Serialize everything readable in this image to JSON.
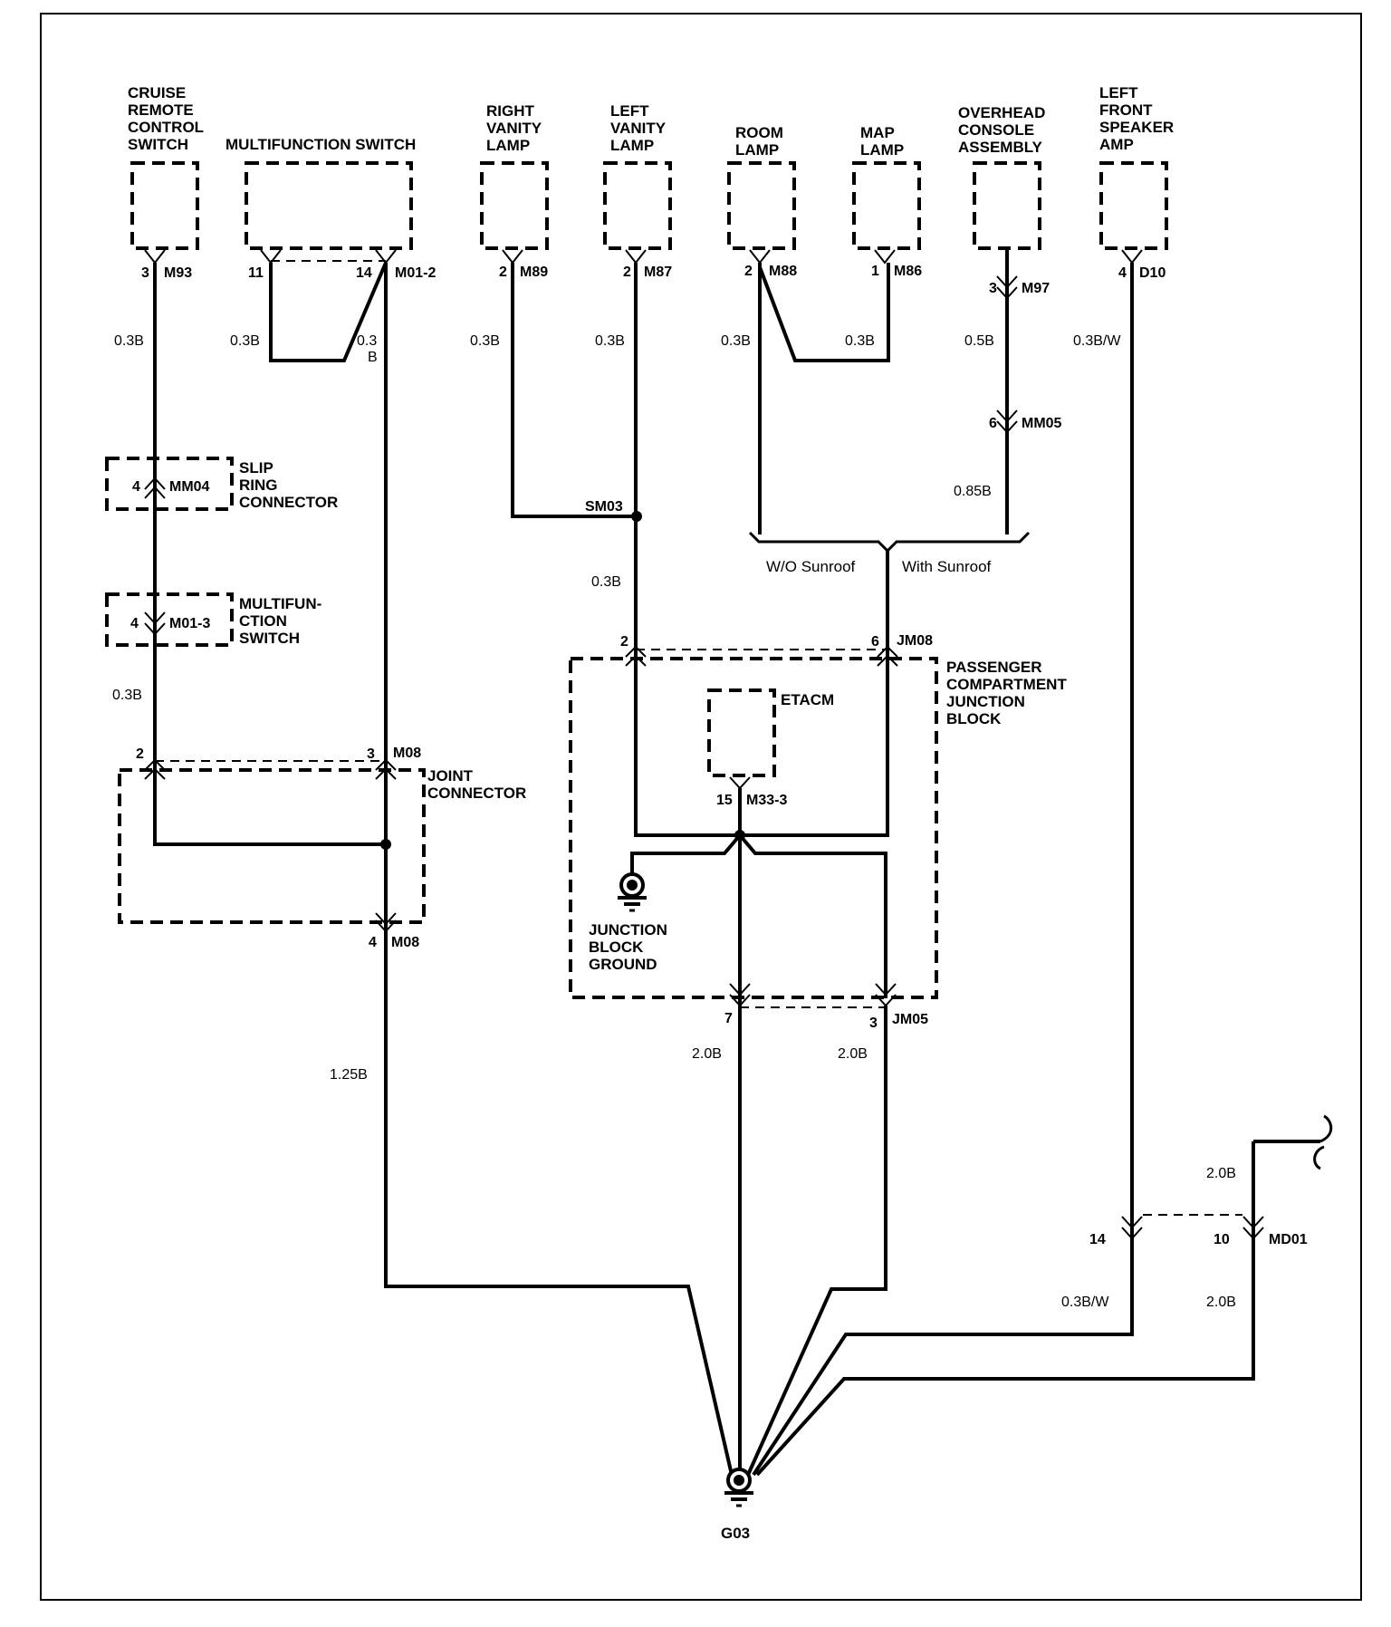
{
  "diagram": {
    "components": {
      "cruise": [
        "CRUISE",
        "REMOTE",
        "CONTROL",
        "SWITCH"
      ],
      "multifunction": "MULTIFUNCTION SWITCH",
      "right_vanity": [
        "RIGHT",
        "VANITY",
        "LAMP"
      ],
      "left_vanity": [
        "LEFT",
        "VANITY",
        "LAMP"
      ],
      "room": [
        "ROOM",
        "LAMP"
      ],
      "map": [
        "MAP",
        "LAMP"
      ],
      "overhead": [
        "OVERHEAD",
        "CONSOLE",
        "ASSEMBLY"
      ],
      "speaker": [
        "LEFT",
        "FRONT",
        "SPEAKER",
        "AMP"
      ],
      "slip_ring": [
        "SLIP",
        "RING",
        "CONNECTOR"
      ],
      "mf_switch2": [
        "MULTIFUN-",
        "CTION",
        "SWITCH"
      ],
      "joint": [
        "JOINT",
        "CONNECTOR"
      ],
      "pcjb": [
        "PASSENGER",
        "COMPARTMENT",
        "JUNCTION",
        "BLOCK"
      ],
      "etacm": "ETACM",
      "jb_ground": [
        "JUNCTION",
        "BLOCK",
        "GROUND"
      ],
      "g03": "G03"
    },
    "connectors": {
      "m93": {
        "pin": "3",
        "id": "M93"
      },
      "m01_2_a": {
        "pin": "11"
      },
      "m01_2_b": {
        "pin": "14",
        "id": "M01-2"
      },
      "m89": {
        "pin": "2",
        "id": "M89"
      },
      "m87": {
        "pin": "2",
        "id": "M87"
      },
      "m88": {
        "pin": "2",
        "id": "M88"
      },
      "m86": {
        "pin": "1",
        "id": "M86"
      },
      "m97": {
        "pin": "3",
        "id": "M97"
      },
      "d10": {
        "pin": "4",
        "id": "D10"
      },
      "mm05": {
        "pin": "6",
        "id": "MM05"
      },
      "mm04": {
        "pin": "4",
        "id": "MM04"
      },
      "m01_3": {
        "pin": "4",
        "id": "M01-3"
      },
      "m08_a": {
        "pin": "2"
      },
      "m08_b": {
        "pin": "3",
        "id": "M08"
      },
      "m08_c": {
        "pin": "4",
        "id": "M08"
      },
      "sm03": {
        "id": "SM03"
      },
      "jm08_a": {
        "pin": "2"
      },
      "jm08_b": {
        "pin": "6",
        "id": "JM08"
      },
      "m33_3": {
        "pin": "15",
        "id": "M33-3"
      },
      "jm05_a": {
        "pin": "7"
      },
      "jm05_b": {
        "pin": "3",
        "id": "JM05"
      },
      "md01_a": {
        "pin": "14"
      },
      "md01_b": {
        "pin": "10",
        "id": "MD01"
      }
    },
    "wires": {
      "cruise_top": "0.3B",
      "mf_left": "0.3B",
      "mf_right_1": "0.3",
      "mf_right_2": "B",
      "rvanity": "0.3B",
      "lvanity": "0.3B",
      "room": "0.3B",
      "map": "0.3B",
      "overhead_1": "0.5B",
      "overhead_2": "0.85B",
      "speaker_top": "0.3B/W",
      "sm03_down": "0.3B",
      "cruise_mid": "0.3B",
      "m08_down": "1.25B",
      "jm05_left": "2.0B",
      "jm05_right": "2.0B",
      "md01_top": "2.0B",
      "speaker_bottom": "0.3B/W",
      "md01_bottom": "2.0B"
    },
    "notes": {
      "wo_sunroof": "W/O Sunroof",
      "with_sunroof": "With Sunroof"
    }
  }
}
